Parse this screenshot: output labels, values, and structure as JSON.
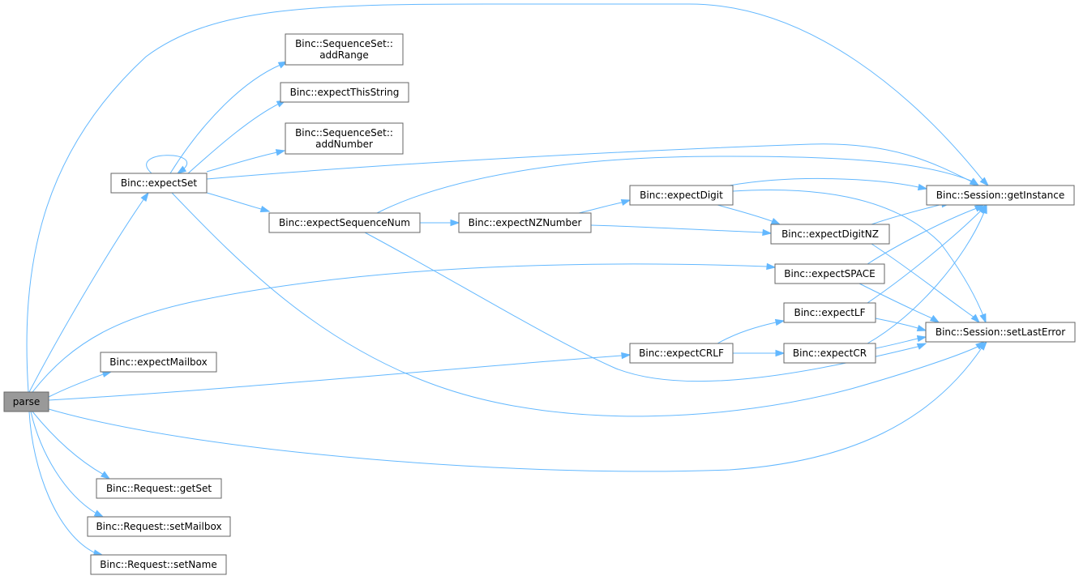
{
  "graph": {
    "nodes": [
      {
        "id": "parse",
        "lines": [
          "parse"
        ],
        "root": true
      },
      {
        "id": "expectSet",
        "lines": [
          "Binc::expectSet"
        ]
      },
      {
        "id": "addRange",
        "lines": [
          "Binc::SequenceSet::",
          "addRange"
        ]
      },
      {
        "id": "expectThisString",
        "lines": [
          "Binc::expectThisString"
        ]
      },
      {
        "id": "addNumber",
        "lines": [
          "Binc::SequenceSet::",
          "addNumber"
        ]
      },
      {
        "id": "expectSequenceNum",
        "lines": [
          "Binc::expectSequenceNum"
        ]
      },
      {
        "id": "expectNZNumber",
        "lines": [
          "Binc::expectNZNumber"
        ]
      },
      {
        "id": "expectDigit",
        "lines": [
          "Binc::expectDigit"
        ]
      },
      {
        "id": "expectDigitNZ",
        "lines": [
          "Binc::expectDigitNZ"
        ]
      },
      {
        "id": "getInstance",
        "lines": [
          "Binc::Session::getInstance"
        ]
      },
      {
        "id": "expectSPACE",
        "lines": [
          "Binc::expectSPACE"
        ]
      },
      {
        "id": "expectLF",
        "lines": [
          "Binc::expectLF"
        ]
      },
      {
        "id": "expectCR",
        "lines": [
          "Binc::expectCR"
        ]
      },
      {
        "id": "setLastError",
        "lines": [
          "Binc::Session::setLastError"
        ]
      },
      {
        "id": "expectCRLF",
        "lines": [
          "Binc::expectCRLF"
        ]
      },
      {
        "id": "expectMailbox",
        "lines": [
          "Binc::expectMailbox"
        ]
      },
      {
        "id": "getSet",
        "lines": [
          "Binc::Request::getSet"
        ]
      },
      {
        "id": "setMailbox",
        "lines": [
          "Binc::Request::setMailbox"
        ]
      },
      {
        "id": "setName",
        "lines": [
          "Binc::Request::setName"
        ]
      }
    ],
    "edges": [
      [
        "parse",
        "getInstance"
      ],
      [
        "parse",
        "expectSet"
      ],
      [
        "parse",
        "expectSPACE"
      ],
      [
        "parse",
        "expectMailbox"
      ],
      [
        "parse",
        "expectCRLF"
      ],
      [
        "parse",
        "setLastError"
      ],
      [
        "parse",
        "getSet"
      ],
      [
        "parse",
        "setMailbox"
      ],
      [
        "parse",
        "setName"
      ],
      [
        "expectSet",
        "expectSet"
      ],
      [
        "expectSet",
        "addRange"
      ],
      [
        "expectSet",
        "expectThisString"
      ],
      [
        "expectSet",
        "addNumber"
      ],
      [
        "expectSet",
        "getInstance"
      ],
      [
        "expectSet",
        "expectSequenceNum"
      ],
      [
        "expectSet",
        "setLastError"
      ],
      [
        "expectSequenceNum",
        "getInstance"
      ],
      [
        "expectSequenceNum",
        "expectNZNumber"
      ],
      [
        "expectSequenceNum",
        "setLastError"
      ],
      [
        "expectNZNumber",
        "expectDigit"
      ],
      [
        "expectNZNumber",
        "expectDigitNZ"
      ],
      [
        "expectDigit",
        "getInstance"
      ],
      [
        "expectDigit",
        "expectDigitNZ"
      ],
      [
        "expectDigit",
        "setLastError"
      ],
      [
        "expectDigitNZ",
        "getInstance"
      ],
      [
        "expectDigitNZ",
        "setLastError"
      ],
      [
        "expectSPACE",
        "getInstance"
      ],
      [
        "expectSPACE",
        "setLastError"
      ],
      [
        "expectCRLF",
        "expectLF"
      ],
      [
        "expectCRLF",
        "expectCR"
      ],
      [
        "expectLF",
        "getInstance"
      ],
      [
        "expectLF",
        "setLastError"
      ],
      [
        "expectCR",
        "getInstance"
      ],
      [
        "expectCR",
        "setLastError"
      ]
    ]
  }
}
